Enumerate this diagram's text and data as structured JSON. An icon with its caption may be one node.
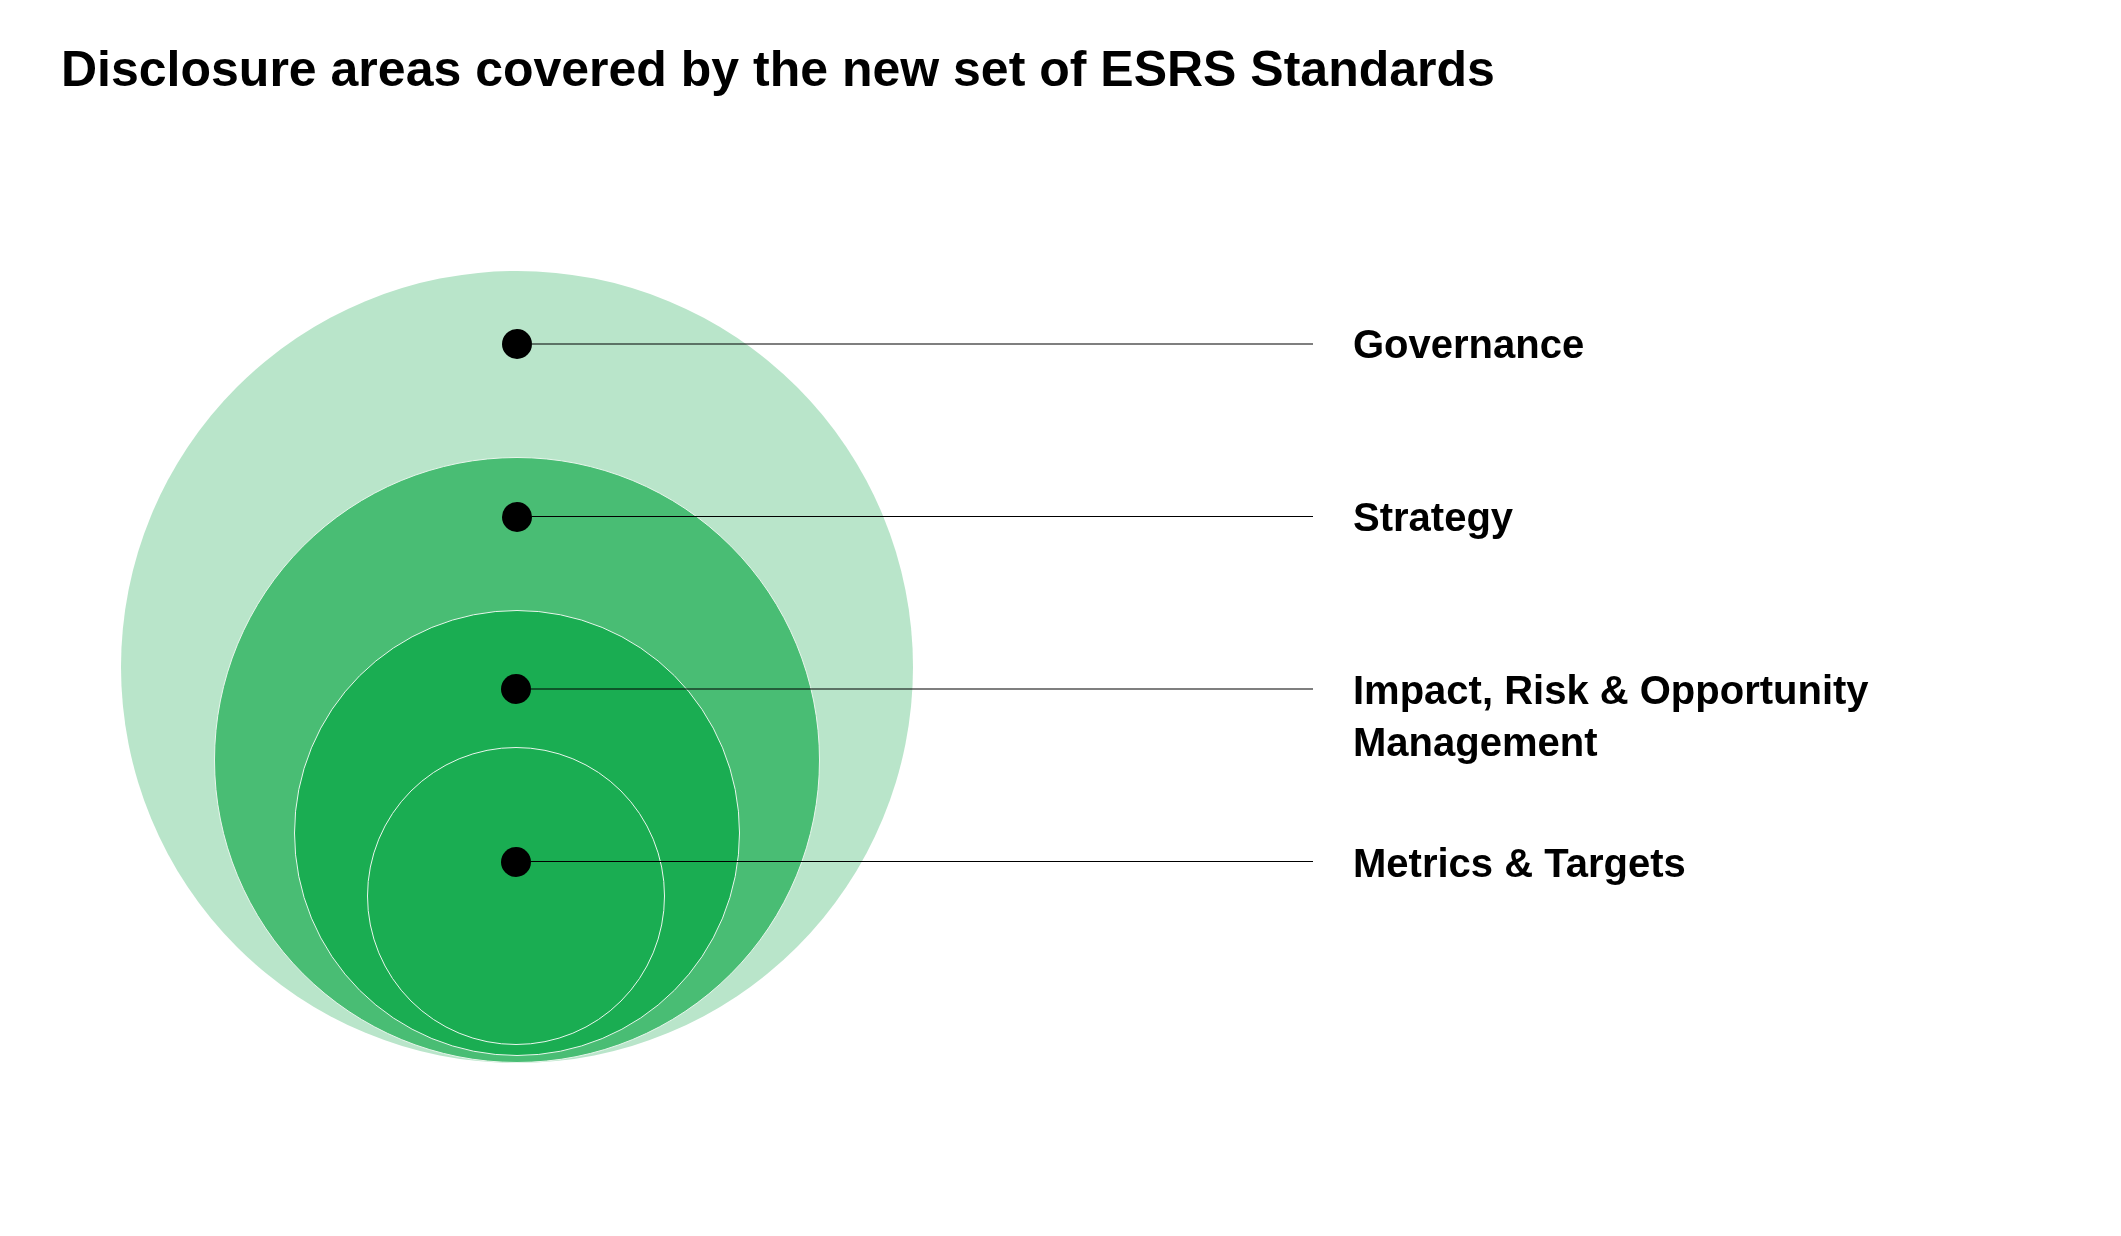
{
  "diagram": {
    "title": "Disclosure areas covered by the new set of ESRS Standards",
    "nodes": [
      {
        "text": [],
        "shape": "circle"
      },
      {
        "text": [],
        "shape": "circle",
        "in": 0
      },
      {
        "text": [],
        "shape": "circle",
        "in": 1
      },
      {
        "text": [],
        "shape": "circle",
        "in": 2
      },
      {
        "text": [],
        "shape": "circle",
        "in": 0
      },
      {
        "text": [],
        "shape": "circle",
        "in": 1
      },
      {
        "text": [],
        "shape": "circle",
        "in": 2
      },
      {
        "text": [],
        "shape": "circle",
        "in": 3
      },
      {
        "text": [
          "Governance"
        ]
      },
      {
        "text": [
          "Strategy"
        ]
      },
      {
        "text": [
          "Impact, Risk & Opportunity Management"
        ]
      },
      {
        "text": [
          "Metrics & Targets"
        ]
      }
    ],
    "edges": [
      {
        "from": 8,
        "to": 4,
        "arrow": "none"
      },
      {
        "from": 9,
        "to": 5,
        "arrow": "none"
      },
      {
        "from": 10,
        "to": 6,
        "arrow": "none"
      },
      {
        "from": 11,
        "to": 7,
        "arrow": "none"
      }
    ]
  }
}
